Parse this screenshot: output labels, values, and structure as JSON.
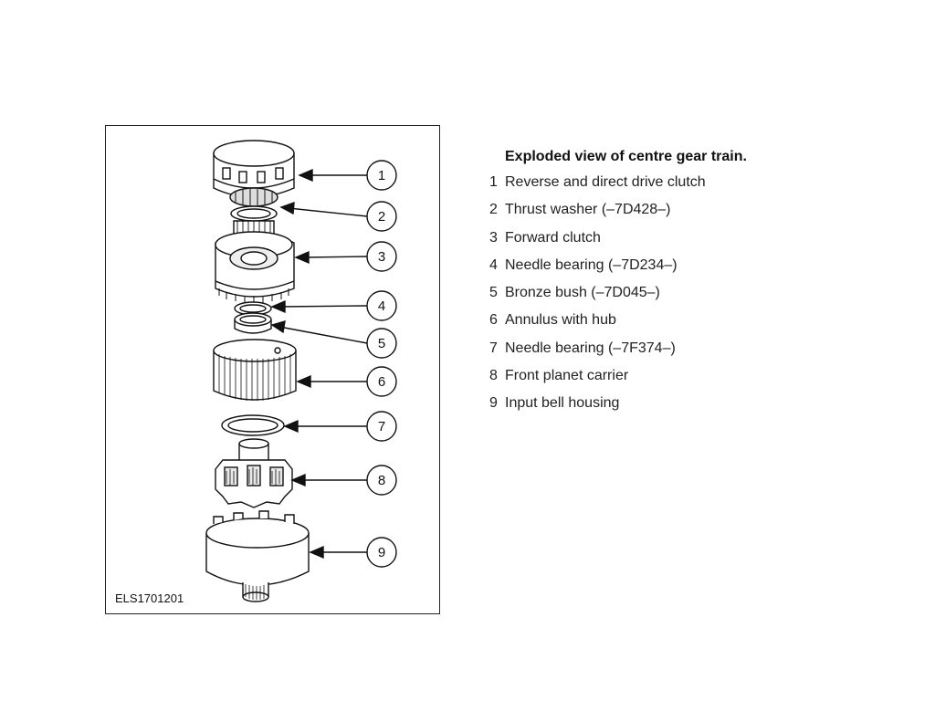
{
  "figure": {
    "code": "ELS1701201",
    "callouts": [
      "1",
      "2",
      "3",
      "4",
      "5",
      "6",
      "7",
      "8",
      "9"
    ]
  },
  "legend": {
    "title": "Exploded view of centre gear train.",
    "items": [
      {
        "num": "1",
        "text": "Reverse and direct drive clutch"
      },
      {
        "num": "2",
        "text": "Thrust washer (–7D428–)"
      },
      {
        "num": "3",
        "text": "Forward clutch"
      },
      {
        "num": "4",
        "text": "Needle bearing (–7D234–)"
      },
      {
        "num": "5",
        "text": "Bronze bush (–7D045–)"
      },
      {
        "num": "6",
        "text": "Annulus with hub"
      },
      {
        "num": "7",
        "text": "Needle bearing (–7F374–)"
      },
      {
        "num": "8",
        "text": "Front planet carrier"
      },
      {
        "num": "9",
        "text": "Input bell housing"
      }
    ]
  }
}
